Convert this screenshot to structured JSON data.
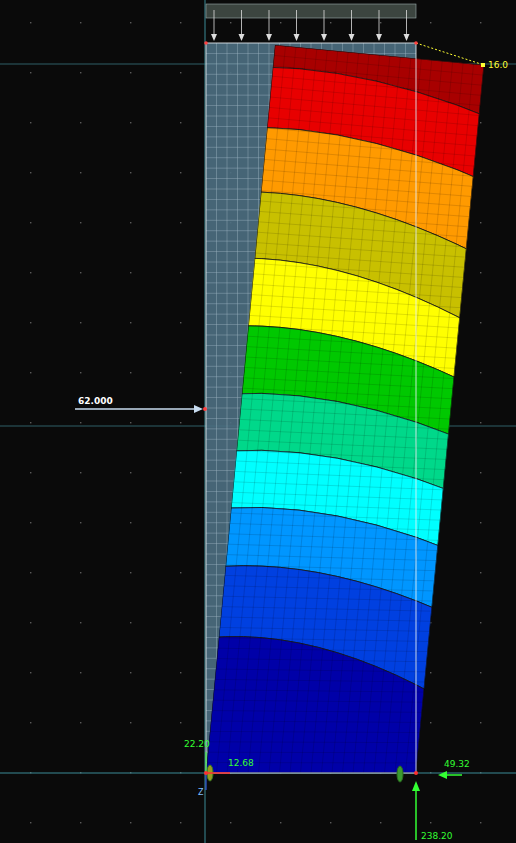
{
  "diagram": {
    "labels": [
      "62.000",
      "16.0",
      "22.20",
      "12.68",
      "49.32",
      "238.20",
      "Z"
    ]
  }
}
